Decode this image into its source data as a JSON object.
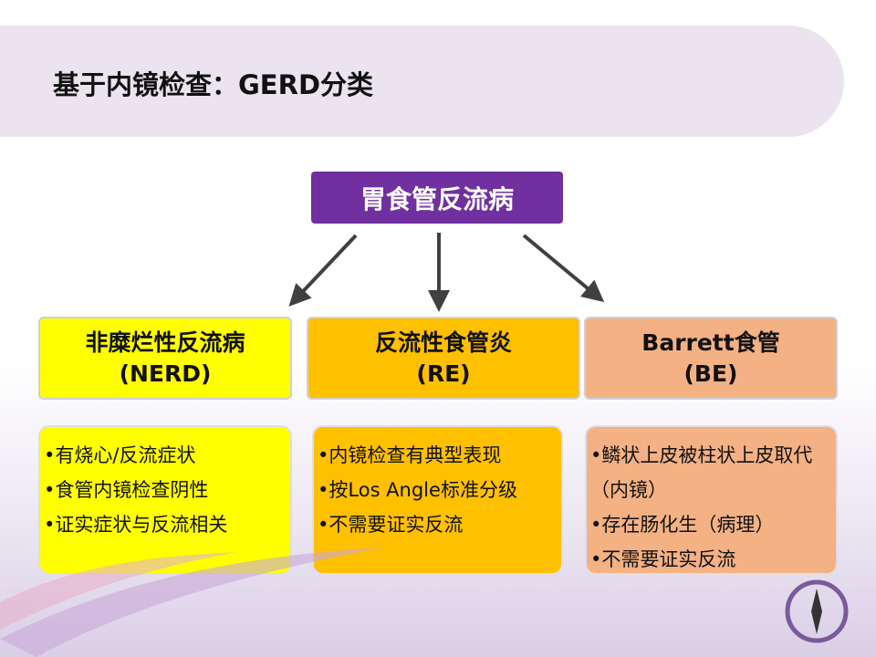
{
  "title": "基于内镜检查：GERD分类",
  "root": "胃食管反流病",
  "categories": [
    {
      "name": "非糜烂性反流病",
      "abbr": "(NERD)",
      "color": "#ffff00",
      "points": [
        "•有烧心/反流症状",
        "•食管内镜检查阴性",
        "•证实症状与反流相关"
      ]
    },
    {
      "name": "反流性食管炎",
      "abbr": "(RE)",
      "color": "#ffc000",
      "points": [
        "•内镜检查有典型表现",
        "•按Los Angle标准分级",
        "•不需要证实反流"
      ]
    },
    {
      "name": "Barrett食管",
      "abbr": "(BE)",
      "color": "#f4b183",
      "points": [
        "•鳞状上皮被柱状上皮取代（内镜）",
        "•存在肠化生（病理）",
        "•不需要证实反流"
      ]
    }
  ]
}
